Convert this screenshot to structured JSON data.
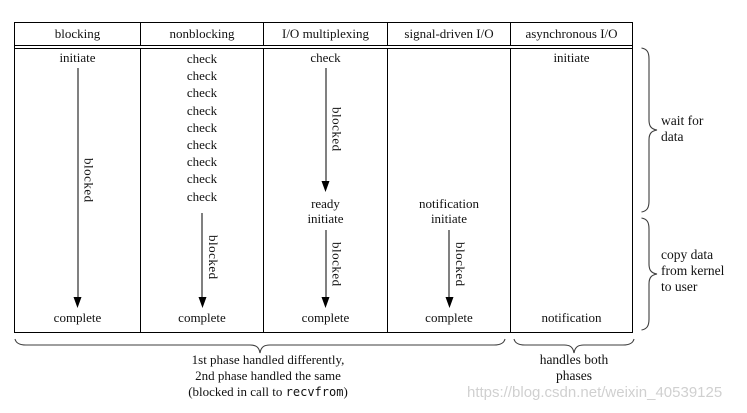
{
  "table": {
    "headers": [
      "blocking",
      "nonblocking",
      "I/O multiplexing",
      "signal-driven I/O",
      "asynchronous I/O"
    ],
    "blocking": {
      "start": "initiate",
      "blocked": "blocked",
      "end": "complete"
    },
    "nonblocking": {
      "checks": [
        "check",
        "check",
        "check",
        "check",
        "check",
        "check",
        "check",
        "check",
        "check"
      ],
      "blocked": "blocked",
      "end": "complete"
    },
    "multiplexing": {
      "start": "check",
      "blocked_wait": "blocked",
      "ready": "ready",
      "initiate": "initiate",
      "blocked_copy": "blocked",
      "end": "complete"
    },
    "signal_driven": {
      "notification": "notification",
      "initiate": "initiate",
      "blocked_copy": "blocked",
      "end": "complete"
    },
    "asynchronous": {
      "start": "initiate",
      "end": "notification"
    }
  },
  "phase_labels": {
    "wait": "wait for\ndata",
    "copy": "copy data\nfrom kernel\nto user"
  },
  "captions": {
    "left_line1": "1st phase handled differently,",
    "left_line2": "2nd phase handled the same",
    "left_line3_prefix": "(blocked in call to ",
    "left_line3_code": "recvfrom",
    "left_line3_suffix": ")",
    "right": "handles both\nphases"
  },
  "watermark": "https://blog.csdn.net/weixin_40539125",
  "colors": {
    "line": "#000000",
    "brace": "#3c3c3c",
    "watermark": "#d0d0d0"
  }
}
